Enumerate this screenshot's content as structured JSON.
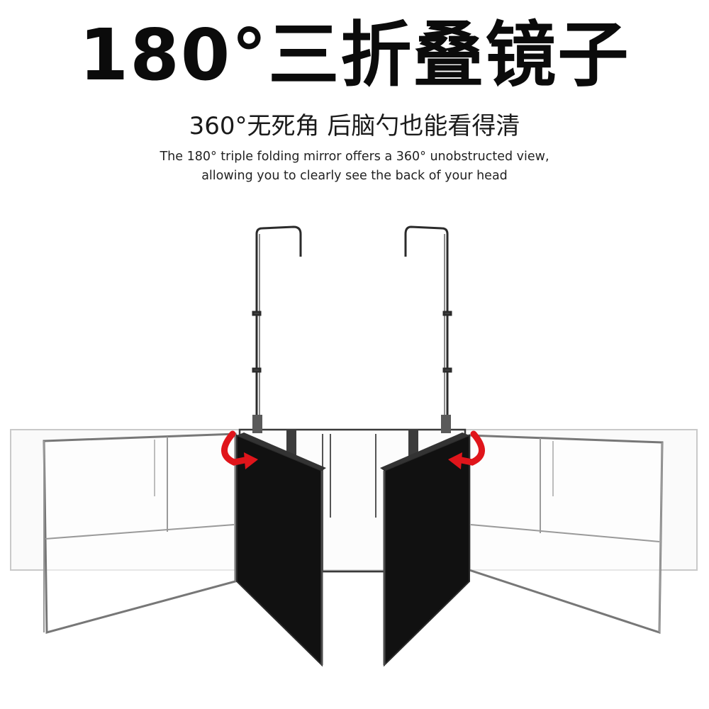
{
  "headline": "180°三折叠镜子",
  "subheadline": "360°无死角 后脑勺也能看得清",
  "caption": {
    "line1": "The 180° triple folding mirror offers a 360° unobstructed view,",
    "line2": "allowing you to clearly see the back of your head"
  },
  "colors": {
    "panel": "#111111",
    "arrow": "#e0151b",
    "frame": "#6e6e6e",
    "ghost": "#b5b5b5"
  },
  "icons": {
    "left_arrow": "curved-arrow-icon",
    "right_arrow": "curved-arrow-icon"
  }
}
